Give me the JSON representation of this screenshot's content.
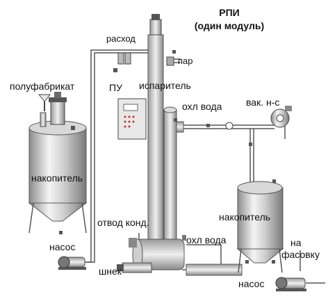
{
  "title": {
    "line1": "РПИ",
    "line2": "(один модуль)"
  },
  "labels": {
    "semi_product": "полуфабрикат",
    "flow": "расход",
    "steam": "пар",
    "control_unit": "ПУ",
    "evaporator": "испаритель",
    "cooling_water_top": "охл вода",
    "vacuum_pump": "вак. н-с",
    "storage_left": "накопитель",
    "storage_right": "накопитель",
    "condensate_drain": "отвод конд.",
    "cooling_water_bottom": "охл вода",
    "pump_left": "насос",
    "pump_right": "насос",
    "screw": "шнек",
    "to_packaging_1": "на",
    "to_packaging_2": "фасовку"
  }
}
